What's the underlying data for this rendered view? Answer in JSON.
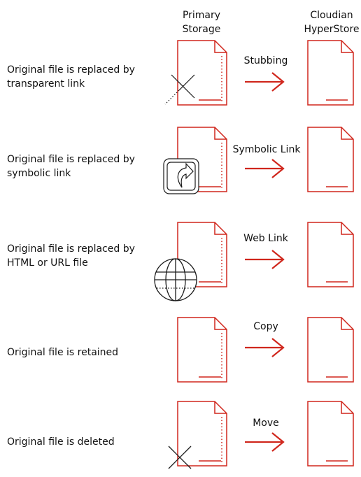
{
  "headers": {
    "primary": [
      "Primary",
      "Storage"
    ],
    "target": [
      "Cloudian",
      "HyperStore"
    ]
  },
  "colors": {
    "accent": "#d0271d",
    "ink": "#1a1a1a"
  },
  "rows": [
    {
      "description": [
        "Original file is replaced by",
        "transparent link"
      ],
      "method": "Stubbing",
      "overlay": "x-icon"
    },
    {
      "description": [
        "Original file is replaced by",
        "symbolic link"
      ],
      "method": "Symbolic Link",
      "overlay": "symlink-icon"
    },
    {
      "description": [
        "Original file is replaced by",
        "HTML or URL file"
      ],
      "method": "Web Link",
      "overlay": "globe-icon"
    },
    {
      "description": [
        "Original file is retained"
      ],
      "method": "Copy",
      "overlay": "none"
    },
    {
      "description": [
        "Original file is deleted"
      ],
      "method": "Move",
      "overlay": "x-icon"
    }
  ]
}
